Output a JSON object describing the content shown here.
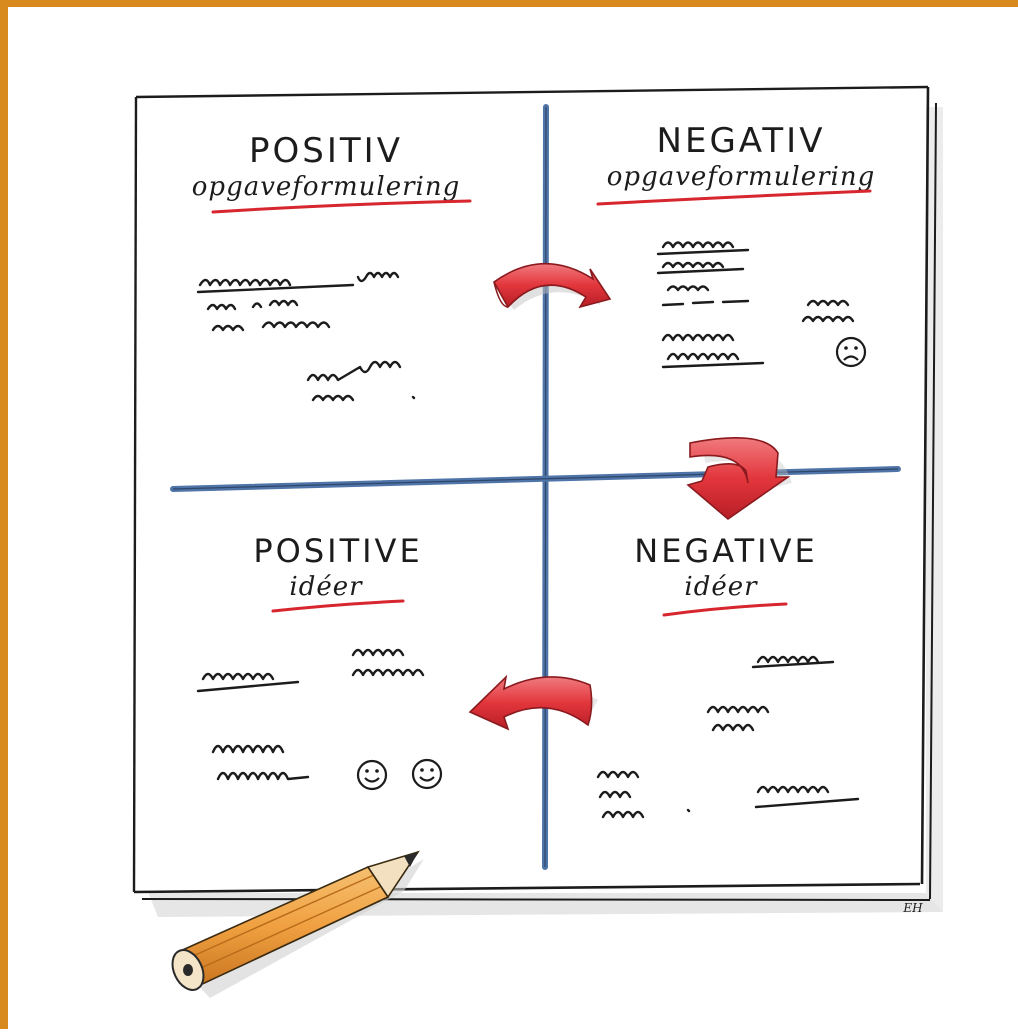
{
  "quadrants": {
    "top_left": {
      "title": "POSITIV",
      "subtitle": "opgaveformulering"
    },
    "top_right": {
      "title": "NEGATIV",
      "subtitle": "opgaveformulering"
    },
    "bottom_left": {
      "title": "POSITIVE",
      "subtitle": "idéer"
    },
    "bottom_right": {
      "title": "NEGATIVE",
      "subtitle": "idéer"
    }
  },
  "signature": "EH",
  "colors": {
    "frame": "#d98a1e",
    "axis": "#4f74a8",
    "arrow": "#e2363c",
    "underline": "#d7262e",
    "pencil": "#f0a040"
  },
  "icons": [
    "sad-face-icon",
    "smiley-face-icon",
    "curved-arrow-icon",
    "pencil-icon"
  ]
}
